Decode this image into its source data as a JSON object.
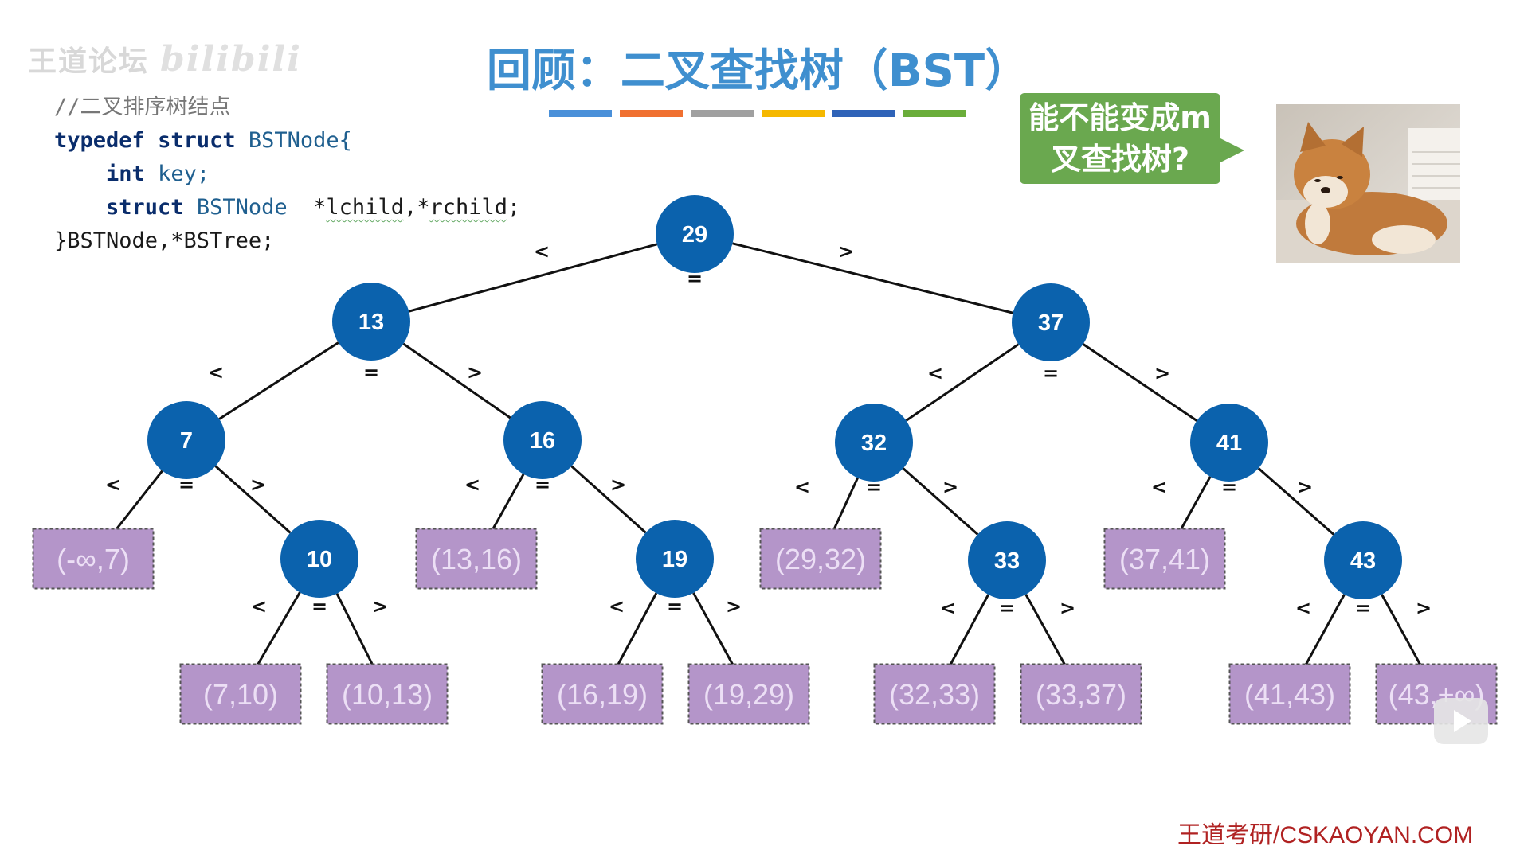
{
  "watermark": {
    "text": "王道论坛",
    "bili": "bilibili"
  },
  "title": "回顾：二叉查找树（BST）",
  "color_bar": [
    "#4a90d9",
    "#f07030",
    "#a0a0a0",
    "#f5b800",
    "#2f63b8",
    "#6aad3a"
  ],
  "code": {
    "comment": "//二叉排序树结点",
    "typedef_kw": "typedef",
    "struct_kw": "struct",
    "struct_name": "BSTNode{",
    "int_kw": "int",
    "key_field": " key;",
    "struct_kw2": "struct",
    "struct_type2": "BSTNode",
    "ptr_a": "  *",
    "lchild": "lchild",
    "ptr_b": ",*",
    "rchild": "rchild",
    "semi": ";",
    "closing": "}BSTNode,*BSTree;"
  },
  "callout": {
    "line1": "能不能变成m",
    "line2": "叉查找树?"
  },
  "footer": "王道考研/CSKAOYAN.COM",
  "tree": {
    "node_color": "#0b62ad",
    "leaf_color": "#b495c9",
    "nodes": [
      {
        "id": "n29",
        "label": "29"
      },
      {
        "id": "n13",
        "label": "13"
      },
      {
        "id": "n37",
        "label": "37"
      },
      {
        "id": "n7",
        "label": "7"
      },
      {
        "id": "n16",
        "label": "16"
      },
      {
        "id": "n32",
        "label": "32"
      },
      {
        "id": "n41",
        "label": "41"
      },
      {
        "id": "n10",
        "label": "10"
      },
      {
        "id": "n19",
        "label": "19"
      },
      {
        "id": "n33",
        "label": "33"
      },
      {
        "id": "n43",
        "label": "43"
      }
    ],
    "leaves": [
      {
        "id": "l0",
        "label": "(-∞,7)"
      },
      {
        "id": "l1",
        "label": "(13,16)"
      },
      {
        "id": "l2",
        "label": "(29,32)"
      },
      {
        "id": "l3",
        "label": "(37,41)"
      },
      {
        "id": "l4",
        "label": "(7,10)"
      },
      {
        "id": "l5",
        "label": "(10,13)"
      },
      {
        "id": "l6",
        "label": "(16,19)"
      },
      {
        "id": "l7",
        "label": "(19,29)"
      },
      {
        "id": "l8",
        "label": "(32,33)"
      },
      {
        "id": "l9",
        "label": "(33,37)"
      },
      {
        "id": "l10",
        "label": "(41,43)"
      },
      {
        "id": "l11",
        "label": "(43,+∞)"
      }
    ],
    "edges": [
      [
        "n29",
        "n13"
      ],
      [
        "n29",
        "n37"
      ],
      [
        "n13",
        "n7"
      ],
      [
        "n13",
        "n16"
      ],
      [
        "n37",
        "n32"
      ],
      [
        "n37",
        "n41"
      ],
      [
        "n7",
        "l0"
      ],
      [
        "n7",
        "n10"
      ],
      [
        "n16",
        "l1"
      ],
      [
        "n16",
        "n19"
      ],
      [
        "n32",
        "l2"
      ],
      [
        "n32",
        "n33"
      ],
      [
        "n41",
        "l3"
      ],
      [
        "n41",
        "n43"
      ],
      [
        "n10",
        "l4"
      ],
      [
        "n10",
        "l5"
      ],
      [
        "n19",
        "l6"
      ],
      [
        "n19",
        "l7"
      ],
      [
        "n33",
        "l8"
      ],
      [
        "n33",
        "l9"
      ],
      [
        "n43",
        "l10"
      ],
      [
        "n43",
        "l11"
      ]
    ],
    "compare_labels": {
      "less": "<",
      "equal": "=",
      "greater": ">"
    }
  }
}
